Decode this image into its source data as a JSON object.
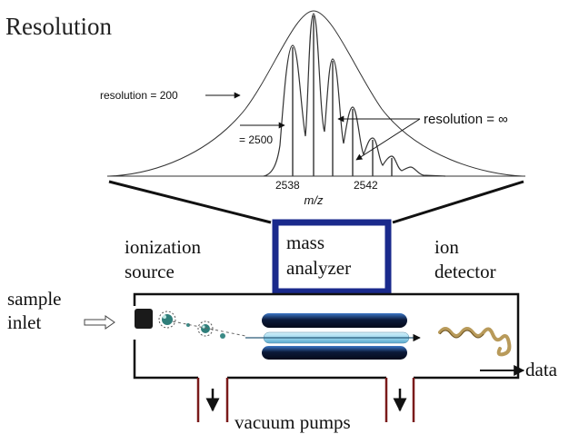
{
  "title": "Resolution",
  "spectrum": {
    "label_res200": "resolution = 200",
    "label_res2500": "= 2500",
    "label_res_inf": "resolution = ∞",
    "tick_left": "2538",
    "tick_right": "2542",
    "xlabel": "m/z"
  },
  "instrument": {
    "ionization_source": [
      "ionization",
      "source"
    ],
    "mass_analyzer": [
      "mass",
      "analyzer"
    ],
    "ion_detector": [
      "ion",
      "detector"
    ],
    "sample_inlet": [
      "sample",
      "inlet"
    ],
    "data": "data",
    "vacuum_pumps": "vacuum pumps"
  },
  "colors": {
    "analyzer_border": "#1a2a8c",
    "rod_dark": "#0c1a3a",
    "rod_highlight": "#3c78c8",
    "beam": "#9ad6ee",
    "pump_wall": "#7a1a1a",
    "detector_coil": "#b89a5a"
  },
  "icons": [
    "arrow-right-outline-icon",
    "down-arrow-icon",
    "droplet-icon",
    "coil-icon"
  ]
}
